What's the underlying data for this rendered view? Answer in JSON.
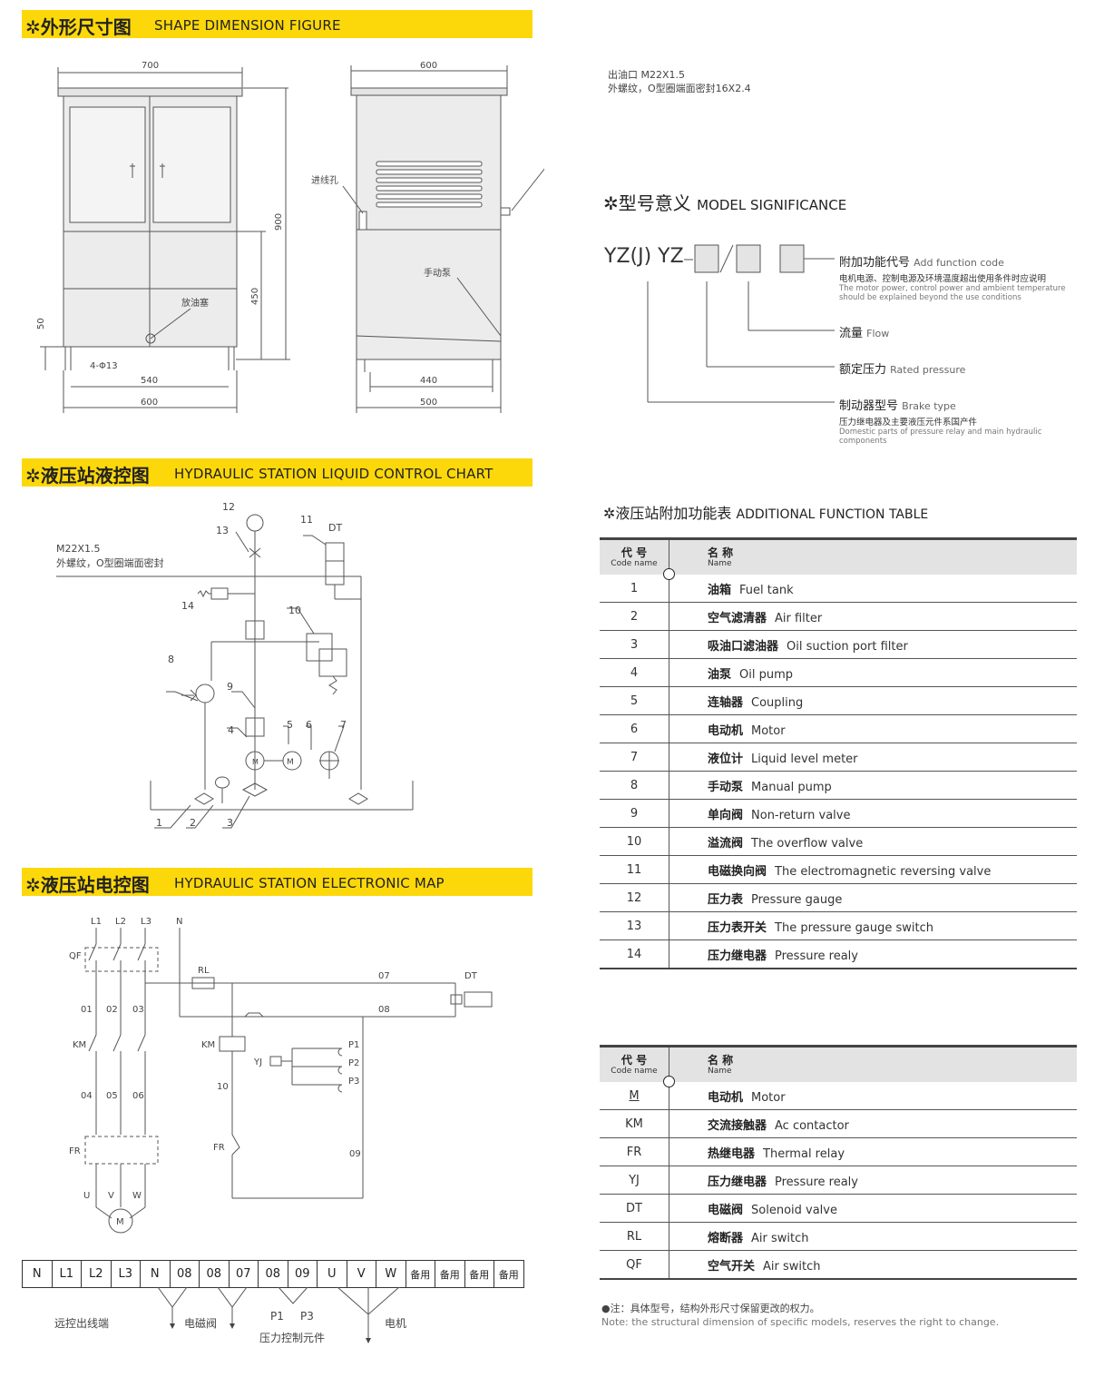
{
  "sections": {
    "shape": {
      "star": "✲",
      "title_cn": "外形尺寸图",
      "title_en": "SHAPE DIMENSION FIGURE"
    },
    "liquid": {
      "star": "✲",
      "title_cn": "液压站液控图",
      "title_en": "HYDRAULIC STATION LIQUID CONTROL CHART"
    },
    "electric": {
      "star": "✲",
      "title_cn": "液压站电控图",
      "title_en": "HYDRAULIC STATION ELECTRONIC MAP"
    }
  },
  "dimension_figure": {
    "front": {
      "w_top": "700",
      "h_total": "900",
      "h_mid": "450",
      "h_foot": "50",
      "holes": "4-Φ13",
      "w_holes": "540",
      "w_base": "600",
      "drain": "放油塞"
    },
    "side": {
      "w_top": "600",
      "cable_hole": "进线孔",
      "manual_pump": "手动泵",
      "w_inner": "440",
      "w_base": "500"
    },
    "oil_outlet": {
      "line1": "出油口 M22X1.5",
      "line2": "外螺纹，O型圈端面密封16X2.4"
    }
  },
  "model": {
    "title_cn": "型号意义",
    "title_en": "MODEL SIGNIFICANCE",
    "star": "✲",
    "code": "YZ(J) YZ",
    "add_func": {
      "cn": "附加功能代号",
      "en": "Add function code",
      "desc_cn": "电机电源、控制电源及环境温度超出使用条件时应说明",
      "desc_en1": "The motor power, control power and ambient temperature",
      "desc_en2": "should be explained beyond the use conditions"
    },
    "flow": {
      "cn": "流量",
      "en": "Flow"
    },
    "pressure": {
      "cn": "额定压力",
      "en": "Rated pressure"
    },
    "brake": {
      "cn": "制动器型号",
      "en": "Brake type",
      "desc_cn": "压力继电器及主要液压元件系国产件",
      "desc_en1": "Domestic parts of pressure relay and main hydraulic",
      "desc_en2": "components"
    }
  },
  "liquid_chart": {
    "outlet_1": "M22X1.5",
    "outlet_2": "外螺纹，O型圈端面密封",
    "dt": "DT",
    "nums": [
      "1",
      "2",
      "3",
      "4",
      "5",
      "6",
      "7",
      "8",
      "9",
      "10",
      "11",
      "12",
      "13",
      "14"
    ],
    "motor": "M"
  },
  "electric_map": {
    "phases": [
      "L1",
      "L2",
      "L3",
      "N"
    ],
    "qf": "QF",
    "rl": "RL",
    "km": "KM",
    "fr": "FR",
    "yj": "YJ",
    "dt": "DT",
    "w1": [
      "01",
      "02",
      "03"
    ],
    "w2": [
      "04",
      "05",
      "06"
    ],
    "uvw": [
      "U",
      "V",
      "W"
    ],
    "n07": "07",
    "n08": "08",
    "n09": "09",
    "n10": "10",
    "p": [
      "P1",
      "P2",
      "P3"
    ],
    "motor": "M"
  },
  "terminal_strip": {
    "cells": [
      "N",
      "L1",
      "L2",
      "L3",
      "N",
      "08",
      "08",
      "07",
      "08",
      "09",
      "U",
      "V",
      "W",
      "备用",
      "备用",
      "备用",
      "备用"
    ],
    "labels": {
      "remote": "远控出线端",
      "solenoid": "电磁阀",
      "p1": "P1",
      "p3": "P3",
      "pressure": "压力控制元件",
      "motor": "电机"
    }
  },
  "function_table": {
    "title_cn": "液压站附加功能表",
    "title_en": "ADDITIONAL FUNCTION TABLE",
    "star": "✲",
    "head": {
      "code_cn": "代 号",
      "code_en": "Code name",
      "name_cn": "名 称",
      "name_en": "Name"
    },
    "rows": [
      {
        "code": "1",
        "cn": "油箱",
        "en": "Fuel tank"
      },
      {
        "code": "2",
        "cn": "空气滤清器",
        "en": "Air filter"
      },
      {
        "code": "3",
        "cn": "吸油口滤油器",
        "en": "Oil suction port filter"
      },
      {
        "code": "4",
        "cn": "油泵",
        "en": "Oil pump"
      },
      {
        "code": "5",
        "cn": "连轴器",
        "en": "Coupling"
      },
      {
        "code": "6",
        "cn": "电动机",
        "en": "Motor"
      },
      {
        "code": "7",
        "cn": "液位计",
        "en": "Liquid level meter"
      },
      {
        "code": "8",
        "cn": "手动泵",
        "en": "Manual pump"
      },
      {
        "code": "9",
        "cn": "单向阀",
        "en": "Non-return valve"
      },
      {
        "code": "10",
        "cn": "溢流阀",
        "en": "The overflow valve"
      },
      {
        "code": "11",
        "cn": "电磁换向阀",
        "en": "The electromagnetic reversing valve"
      },
      {
        "code": "12",
        "cn": "压力表",
        "en": "Pressure gauge"
      },
      {
        "code": "13",
        "cn": "压力表开关",
        "en": "The pressure gauge switch"
      },
      {
        "code": "14",
        "cn": "压力继电器",
        "en": "Pressure realy"
      }
    ]
  },
  "code_table": {
    "rows": [
      {
        "code": "M",
        "cn": "电动机",
        "en": "Motor"
      },
      {
        "code": "KM",
        "cn": "交流接触器",
        "en": "Ac contactor"
      },
      {
        "code": "FR",
        "cn": "热继电器",
        "en": "Thermal relay"
      },
      {
        "code": "YJ",
        "cn": "压力继电器",
        "en": "Pressure realy"
      },
      {
        "code": "DT",
        "cn": "电磁阀",
        "en": "Solenoid valve"
      },
      {
        "code": "RL",
        "cn": "熔断器",
        "en": "Air switch"
      },
      {
        "code": "QF",
        "cn": "空气开关",
        "en": "Air switch"
      }
    ]
  },
  "note": {
    "cn": "●注：具体型号，结构外形尺寸保留更改的权力。",
    "en": "Note: the structural dimension of specific models, reserves the right to change."
  }
}
